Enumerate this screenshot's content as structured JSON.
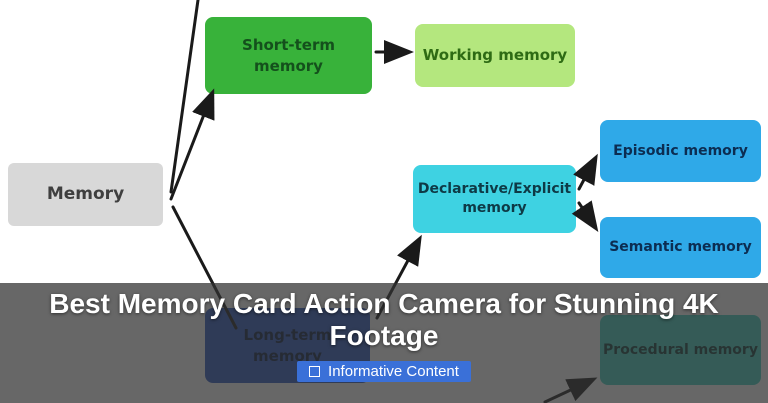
{
  "diagram": {
    "nodes": {
      "memory": {
        "label": "Memory"
      },
      "short_term": {
        "label": "Short-term memory"
      },
      "working": {
        "label": "Working memory"
      },
      "declarative": {
        "label": "Declarative/Explicit memory"
      },
      "episodic": {
        "label": "Episodic memory"
      },
      "semantic": {
        "label": "Semantic memory"
      },
      "long_term": {
        "label": "Long-term memory"
      },
      "procedural": {
        "label": "Procedural memory"
      }
    },
    "colors": {
      "memory": "#d8d8d8",
      "short_term": "#38b23a",
      "working": "#b4e77e",
      "declarative": "#3ed2e2",
      "episodic": "#2fa9e8",
      "semantic": "#2fa9e8",
      "long_term": "#2a55c0",
      "procedural": "#3fd0c0"
    },
    "edges": [
      {
        "from": "memory",
        "to": "short_term"
      },
      {
        "from": "memory",
        "to": "long_term"
      },
      {
        "from": "short_term",
        "to": "working"
      },
      {
        "from": "long_term",
        "to": "declarative"
      },
      {
        "from": "long_term",
        "to": "procedural"
      },
      {
        "from": "declarative",
        "to": "episodic"
      },
      {
        "from": "declarative",
        "to": "semantic"
      }
    ]
  },
  "overlay": {
    "title": "Best Memory Card Action Camera for Stunning 4K Footage",
    "badge": {
      "label": "Informative Content",
      "icon": "info-icon",
      "color": "#3a70d8"
    }
  }
}
